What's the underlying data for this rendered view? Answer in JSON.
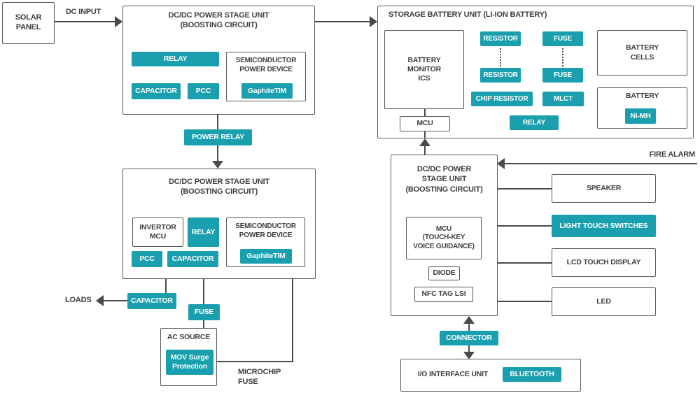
{
  "colors": {
    "teal": "#199fae",
    "line": "#4a4a4a",
    "text": "#3f3f3f",
    "box_border": "#58595b",
    "background": "#ffffff"
  },
  "solar_panel": {
    "label": "SOLAR\nPANEL"
  },
  "labels": {
    "dc_input": "DC INPUT",
    "loads": "LOADS",
    "microchip_fuse": "MICROCHIP\nFUSE",
    "fire_alarm": "FIRE ALARM"
  },
  "unit1": {
    "title": "DC/DC POWER STAGE UNIT\n(BOOSTING CIRCUIT)",
    "relay": "RELAY",
    "capacitor": "CAPACITOR",
    "pcc": "PCC",
    "semiconductor": "SEMICONDUCTOR\nPOWER DEVICE",
    "graphite": "GaphiteTIM"
  },
  "power_relay": "POWER RELAY",
  "unit2": {
    "title": "DC/DC POWER STAGE UNIT\n(BOOSTING CIRCUIT)",
    "invertor_mcu": "INVERTOR\nMCU",
    "relay": "RELAY",
    "pcc": "PCC",
    "capacitor": "CAPACITOR",
    "semiconductor": "SEMICONDUCTOR\nPOWER DEVICE",
    "graphite": "GaphiteTIM"
  },
  "output": {
    "capacitor": "CAPACITOR",
    "fuse": "FUSE",
    "ac_source": {
      "title": "AC SOURCE",
      "mov": "MOV Surge\nProtection"
    }
  },
  "battery_unit": {
    "title": "STORAGE BATTERY UNIT (LI-ION BATTERY)",
    "monitor_ics": "BATTERY\nMONITOR\nICS",
    "mcu": "MCU",
    "resistor_top": "RESISTOR",
    "resistor_bottom": "RESISTOR",
    "fuse_top": "FUSE",
    "fuse_bottom": "FUSE",
    "chip_resistor": "CHIP RESISTOR",
    "mlct": "MLCT",
    "relay": "RELAY",
    "battery_cells": "BATTERY\nCELLS",
    "battery": "BATTERY",
    "ni_mh": "Ni-MH"
  },
  "unit3": {
    "title": "DC/DC POWER\nSTAGE UNIT\n(BOOSTING CIRCUIT)",
    "mcu": "MCU\n(TOUCH-KEY\nVOICE GUIDANCE)",
    "diode": "DIODE",
    "nfc_tag": "NFC TAG LSI"
  },
  "peripherals": [
    {
      "label": "SPEAKER",
      "teal": false
    },
    {
      "label": "LIGHT TOUCH SWITCHES",
      "teal": true
    },
    {
      "label": "LCD TOUCH DISPLAY",
      "teal": false
    },
    {
      "label": "LED",
      "teal": false
    }
  ],
  "connector": "CONNECTOR",
  "io_unit": {
    "title": "I/O INTERFACE UNIT",
    "bluetooth": "BLUETOOTH"
  }
}
